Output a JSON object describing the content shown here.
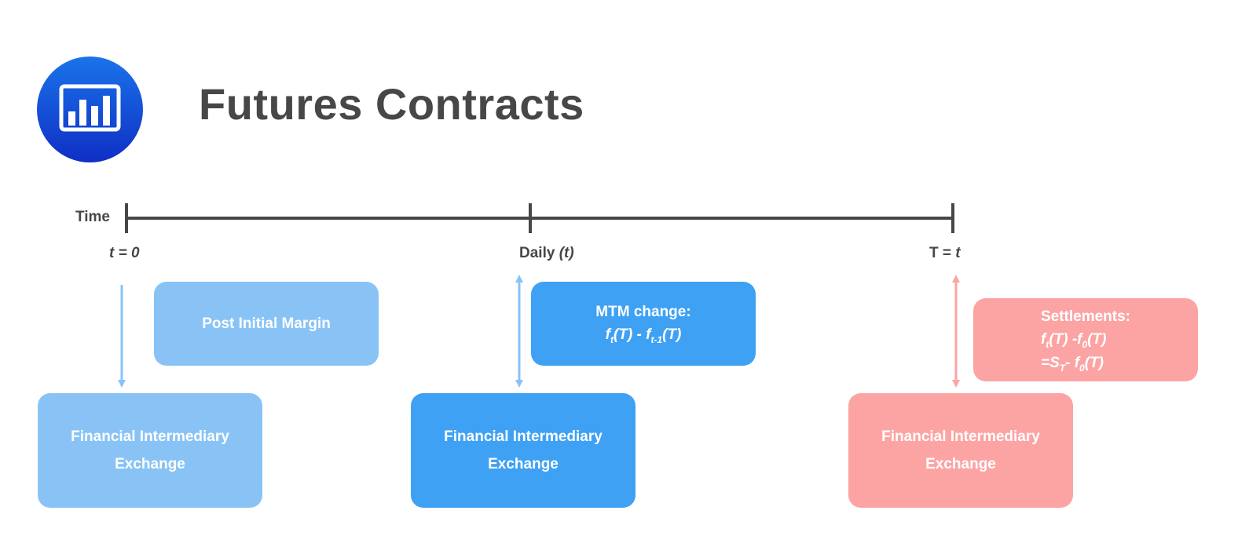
{
  "title": "Futures Contracts",
  "logo_icon": "bar-chart-icon",
  "colors": {
    "dark_text": "#474747",
    "light_blue": "#89c3f6",
    "mid_blue": "#3fa1f3",
    "pink": "#fca4a4",
    "logo_gradient": [
      "#1a73ea",
      "#0f2fc4"
    ]
  },
  "timeline": {
    "axis_label": "Time",
    "ticks": [
      {
        "label": "t = 0"
      },
      {
        "label_prefix": "Daily",
        "label_italic": "(t)"
      },
      {
        "label_prefix": "T = ",
        "label_italic": "t"
      }
    ]
  },
  "stages": {
    "initial": {
      "action_label": "Post Initial Margin",
      "party_line1": "Financial Intermediary",
      "party_line2": "Exchange"
    },
    "daily": {
      "action_label": "MTM change:",
      "formula": {
        "a": "f",
        "a_sub": "t",
        "b": "(T) - f",
        "b_sub": "t-1",
        "c": "(T)"
      },
      "party_line1": "Financial Intermediary",
      "party_line2": "Exchange"
    },
    "maturity": {
      "action_label": "Settlements:",
      "formula_line1": {
        "a": "f",
        "a_sub": "t",
        "b": "(T) -f",
        "b_sub": "0",
        "c": "(T)"
      },
      "formula_line2": {
        "a": "=S",
        "a_sub": "T",
        "b": "- f",
        "b_sub": "0",
        "c": "(T)"
      },
      "party_line1": "Financial Intermediary",
      "party_line2": "Exchange"
    }
  }
}
